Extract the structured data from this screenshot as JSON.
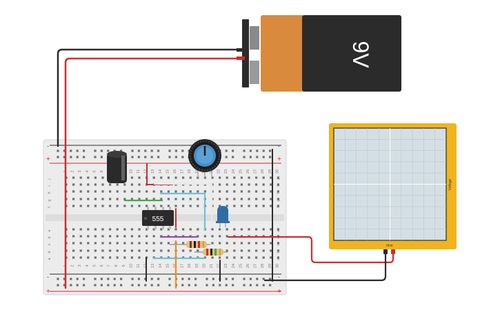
{
  "battery": {
    "label": "9V",
    "body_color": "#2b2b2b",
    "cap_color": "#d98a3d"
  },
  "ic": {
    "label": "555"
  },
  "oscilloscope": {
    "x_label": "time",
    "y_label": "Voltage",
    "frame_color": "#f0b41c",
    "screen_color": "#d4dfe4"
  },
  "breadboard": {
    "column_numbers": [
      "1",
      "2",
      "3",
      "4",
      "5",
      "6",
      "7",
      "8",
      "9",
      "10",
      "11",
      "12",
      "13",
      "14",
      "15",
      "16",
      "17",
      "18",
      "19",
      "20",
      "21",
      "22",
      "23",
      "24",
      "25",
      "26",
      "27",
      "28",
      "29",
      "30"
    ],
    "top_rows": [
      "j",
      "i",
      "h",
      "g",
      "f"
    ],
    "bottom_rows": [
      "e",
      "d",
      "c",
      "b",
      "a"
    ],
    "rail_plus": "+",
    "rail_minus": "-"
  },
  "components": {
    "capacitor": "electrolytic-capacitor",
    "potentiometer": "potentiometer",
    "led": "blue-led",
    "resistors": [
      "resistor-1",
      "resistor-2"
    ]
  },
  "colors": {
    "wire_red": "#d42a2a",
    "wire_black": "#2b2b2b",
    "wire_green": "#3fae49",
    "wire_purple": "#8b4fb8",
    "wire_cyan": "#6ec1d6",
    "wire_orange": "#ef8f1e",
    "wire_white": "#e8e8e8",
    "led_blue": "#2d6fa0"
  }
}
